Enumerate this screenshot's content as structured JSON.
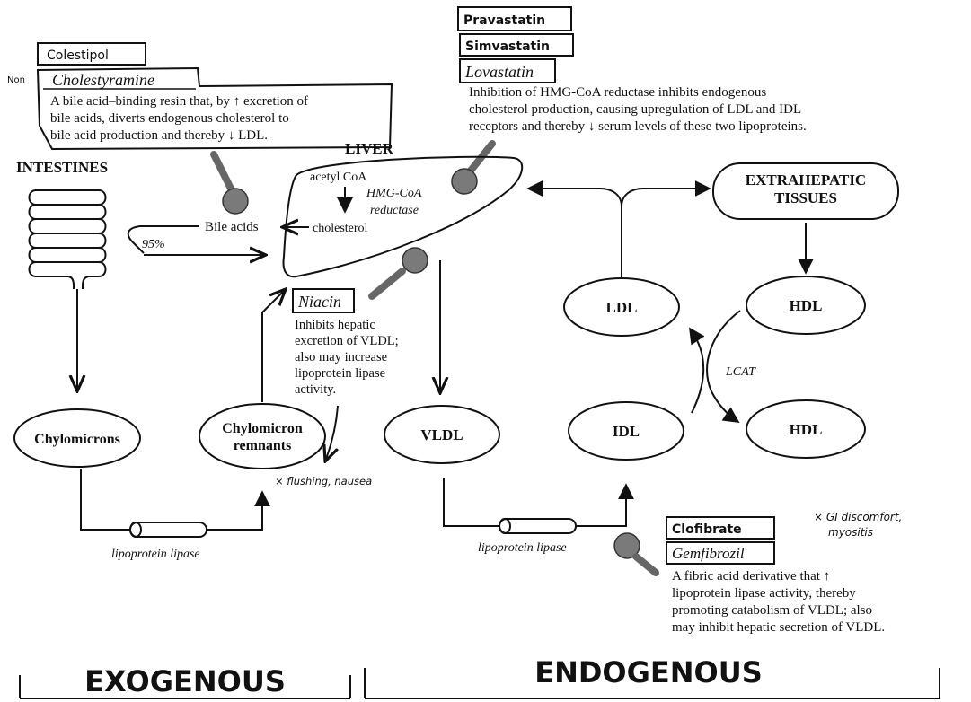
{
  "drugs": {
    "bile_resins": {
      "handwritten_name": "Colestipol",
      "side_note": "Non",
      "name": "Cholestyramine",
      "desc": [
        "A bile acid–binding resin that, by ↑ excretion of",
        "bile acids, diverts endogenous cholesterol to",
        "bile acid production and thereby ↓ LDL."
      ]
    },
    "statins": {
      "handwritten_names": [
        "Pravastatin",
        "Simvastatin"
      ],
      "name": "Lovastatin",
      "desc": [
        "Inhibition of HMG-CoA reductase inhibits endogenous",
        "cholesterol production, causing upregulation of LDL and IDL",
        "receptors and thereby ↓ serum levels of these two lipoproteins."
      ]
    },
    "niacin": {
      "name": "Niacin",
      "desc": [
        "Inhibits hepatic",
        "excretion of VLDL;",
        "also may increase",
        "lipoprotein lipase",
        "activity."
      ],
      "side_effects": "× flushing, nausea"
    },
    "fibrates": {
      "handwritten_name": "Clofibrate",
      "name": "Gemfibrozil",
      "side_effects": [
        "× GI discomfort,",
        "myositis"
      ],
      "desc": [
        "A fibric acid derivative that ↑",
        "lipoprotein lipase activity, thereby",
        "promoting catabolism of VLDL; also",
        "may inhibit hepatic secretion of VLDL."
      ]
    }
  },
  "liver": {
    "title": "LIVER",
    "acetyl": "acetyl CoA",
    "enzyme": [
      "HMG-CoA",
      "reductase"
    ],
    "cholesterol": "cholesterol"
  },
  "intestines": {
    "title": "INTESTINES"
  },
  "bile_acids": "Bile acids",
  "recycle_pct": "95%",
  "nodes": {
    "chylomicrons": "Chylomicrons",
    "remnants": [
      "Chylomicron",
      "remnants"
    ],
    "vldl": "VLDL",
    "idl": "IDL",
    "ldl": "LDL",
    "hdl_top": "HDL",
    "hdl_bottom": "HDL",
    "extrahepatic": [
      "EXTRAHEPATIC",
      "TISSUES"
    ]
  },
  "enzymes": {
    "lpl_left": "lipoprotein lipase",
    "lpl_right": "lipoprotein lipase",
    "lcat": "LCAT"
  },
  "sections": {
    "exogenous": "EXOGENOUS",
    "endogenous": "ENDOGENOUS"
  }
}
